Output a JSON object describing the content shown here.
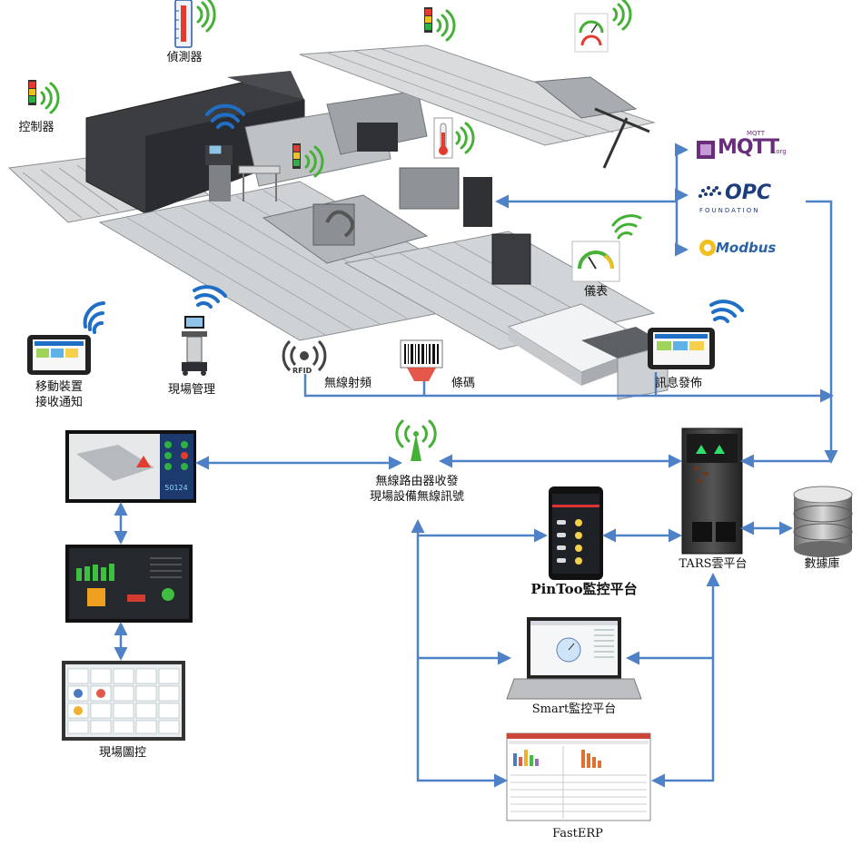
{
  "labels": {
    "sensor": "偵測器",
    "controller": "控制器",
    "meter": "儀表",
    "mobile_line1": "移動裝置",
    "mobile_line2": "接收通知",
    "field_mgmt": "現場管理",
    "rfid_label": "無線射頻",
    "barcode": "條碼",
    "info_publish": "訊息發佈",
    "router_line1": "無線路由器收發",
    "router_line2": "現場設備無線訊號",
    "pintoo": "PinToo監控平台",
    "tars": "TARS雲平台",
    "database": "數據庫",
    "smart": "Smart監控平台",
    "fasterp": "FastERP",
    "field_map": "現場圖控"
  },
  "logos": {
    "mqtt": "MQTT",
    "mqtt_small": "MQTT",
    "mqtt_org": ".org",
    "opc": "OPC",
    "opc_sub": "FOUNDATION",
    "modbus": "Modbus",
    "rfid_badge": "RFID"
  },
  "dashboard": {
    "number": "50124"
  },
  "colors": {
    "connector": "#4f81c7",
    "wifi_green": "#44b035",
    "wifi_blue": "#1f6fc7",
    "mqtt": "#6a2d7e",
    "opc": "#1e3d7b",
    "modbus": "#2a62a8"
  }
}
